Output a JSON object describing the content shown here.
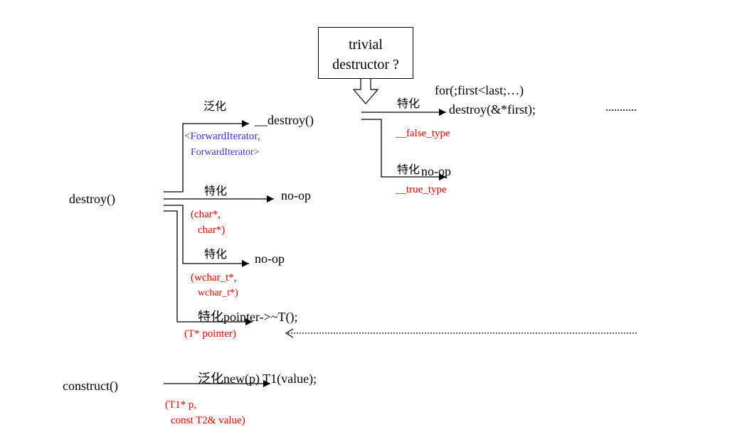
{
  "box": {
    "line1": "trivial",
    "line2": "destructor ?"
  },
  "destroy": {
    "root": "destroy()",
    "generic": {
      "tag": "泛化",
      "target": "__destroy()",
      "param1": "<ForwardIterator,",
      "param2": "ForwardIterator>"
    },
    "char": {
      "tag": "特化",
      "target": "no-op",
      "param1": "(char*,",
      "param2": "char*)"
    },
    "wchar": {
      "tag": "特化",
      "target": "no-op",
      "param1": "(wchar_t*,",
      "param2": "wchar_t*)"
    },
    "pointer": {
      "tag": "特化",
      "target": "pointer->~T();",
      "param": "(T* pointer)"
    }
  },
  "trivial": {
    "false_branch": {
      "loop": "for(;first<last;…)",
      "tag": "特化",
      "call": "destroy(&*first);",
      "type": "__false_type"
    },
    "true_branch": {
      "tag": "特化",
      "target": "no-op",
      "type": "__true_type"
    }
  },
  "construct": {
    "root": "construct()",
    "tag": "泛化",
    "target": "new(p) T1(value);",
    "param1": "(T1* p,",
    "param2": "const T2& value)"
  }
}
